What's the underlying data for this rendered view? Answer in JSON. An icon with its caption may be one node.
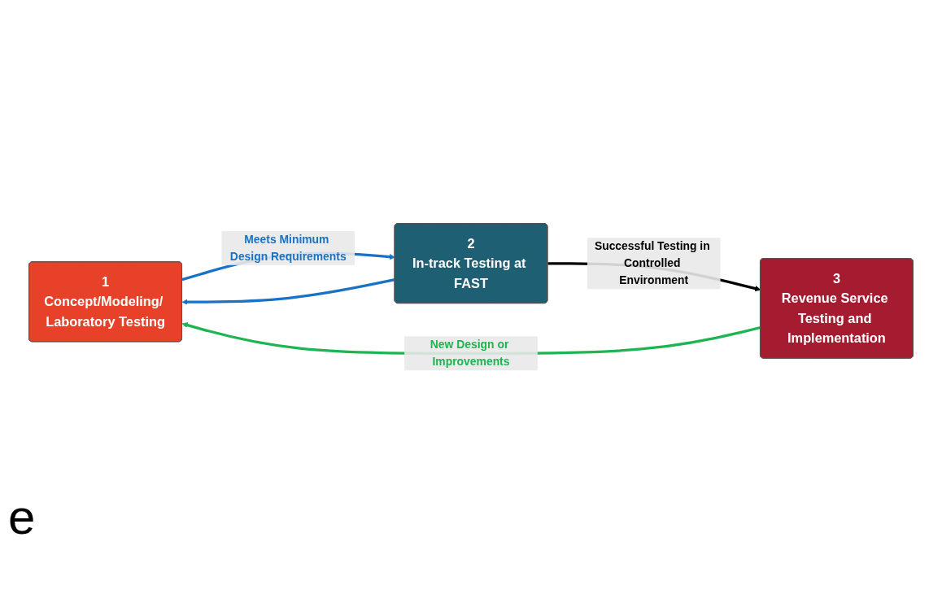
{
  "diagram": {
    "nodes": [
      {
        "text": [
          "1",
          "Concept/Modeling/ Laboratory Testing"
        ]
      },
      {
        "text": [
          "2",
          "In-track Testing at FAST"
        ]
      },
      {
        "text": [
          "3",
          "Revenue Service Testing and Implementation"
        ]
      }
    ],
    "edges": [
      {
        "from": 0,
        "to": 1,
        "arrow": "to",
        "label": "Meets Minimum Design Requirements",
        "color": "#1a72c4"
      },
      {
        "from": 1,
        "to": 0,
        "arrow": "to",
        "color": "#1a72c4"
      },
      {
        "from": 1,
        "to": 2,
        "arrow": "to",
        "label": "Successful Testing in Controlled Environment",
        "color": "#000000"
      },
      {
        "from": 2,
        "to": 0,
        "arrow": "to",
        "label": "New Design or Improvements",
        "color": "#1db451"
      }
    ],
    "labels": [
      "e"
    ]
  }
}
